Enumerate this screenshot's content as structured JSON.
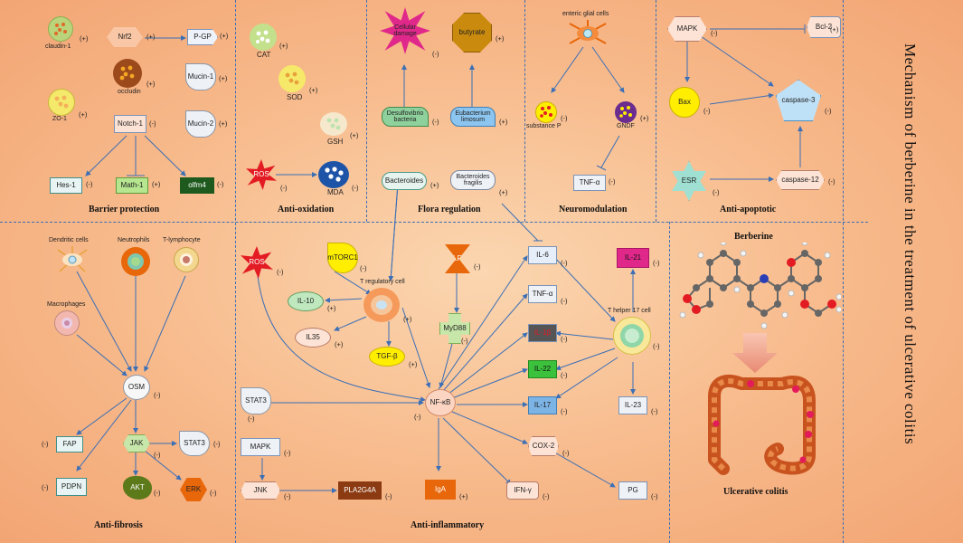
{
  "title": "Mechanism of berberine in the treatment of ulcerative colitis",
  "sections": {
    "barrier": "Barrier protection",
    "oxidation": "Anti-oxidation",
    "flora": "Flora regulation",
    "neuro": "Neuromodulation",
    "apoptotic": "Anti-apoptotic",
    "fibrosis": "Anti-fibrosis",
    "inflammatory": "Anti-inflammatory"
  },
  "barrier": {
    "claudin1": "claudin-1",
    "claudin1_sign": "(+)",
    "nrf2": "Nrf2",
    "nrf2_sign": "(+)",
    "pgp": "P-GP",
    "pgp_sign": "(+)",
    "occludin": "occludin",
    "occludin_sign": "(+)",
    "mucin1": "Mucin-1",
    "mucin1_sign": "(+)",
    "zo1": "ZO-1",
    "zo1_sign": "(+)",
    "notch1": "Notch-1",
    "notch1_sign": "(-)",
    "mucin2": "Mucin-2",
    "mucin2_sign": "(+)",
    "hes1": "Hes-1",
    "hes1_sign": "(-)",
    "math1": "Math-1",
    "math1_sign": "(+)",
    "olfm4": "olfm4",
    "olfm4_sign": "(-)"
  },
  "oxidation": {
    "cat": "CAT",
    "cat_sign": "(+)",
    "sod": "SOD",
    "sod_sign": "(+)",
    "gsh": "GSH",
    "gsh_sign": "(+)",
    "ros": "ROS",
    "ros_sign": "(-)",
    "mda": "MDA",
    "mda_sign": "(-)"
  },
  "flora": {
    "damage": "Cellular damage",
    "damage_sign": "(-)",
    "butyrate": "butyrate",
    "butyrate_sign": "(+)",
    "desulfo": "Desulfovibrio bacteria",
    "desulfo_sign": "(-)",
    "eubact": "Eubacterium limosum",
    "eubact_sign": "(+)",
    "bacteroides": "Bacteroides",
    "bacteroides_sign": "(+)",
    "bfragilis": "Bacteroides fragilis",
    "bfragilis_sign": "(+)"
  },
  "neuro": {
    "egc": "enteric glial cells",
    "subp": "substance P",
    "subp_sign": "(-)",
    "gndf": "GNDF",
    "gndf_sign": "(+)",
    "tnf": "TNF-α",
    "tnf_sign": "(-)"
  },
  "apoptotic": {
    "mapk": "MAPK",
    "mapk_sign": "(-)",
    "bcl2": "Bcl-2",
    "bcl2_sign": "(+)",
    "bax": "Bax",
    "bax_sign": "(-)",
    "casp3": "caspase-3",
    "casp3_sign": "(-)",
    "esr": "ESR",
    "esr_sign": "(-)",
    "casp12": "caspase-12",
    "casp12_sign": "(-)"
  },
  "fibrosis": {
    "dendritic": "Dendritic cells",
    "neutrophils": "Neutrophils",
    "tlymph": "T-lymphocyte",
    "macrophages": "Macrophages",
    "osm": "OSM",
    "osm_sign": "(-)",
    "fap": "FAP",
    "fap_sign": "(-)",
    "jak": "JAK",
    "jak_sign": "(-)",
    "stat3": "STAT3",
    "stat3_sign": "(-)",
    "pdpn": "PDPN",
    "pdpn_sign": "(-)",
    "akt": "AKT",
    "akt_sign": "(-)",
    "erk": "ERK",
    "erk_sign": "(-)"
  },
  "inflammatory": {
    "ros": "ROS",
    "ros_sign": "(-)",
    "mtorc1": "mTORC1",
    "mtorc1_sign": "(-)",
    "treg": "T regulatory cell",
    "treg_sign": "(+)",
    "il10": "IL-10",
    "il10_sign": "(+)",
    "il35": "IL35",
    "il35_sign": "(+)",
    "tgfb": "TGF-β",
    "tgfb_sign": "(+)",
    "tlr4": "TLR4",
    "tlr4_sign": "(-)",
    "myd88": "MyD88",
    "myd88_sign": "(-)",
    "stat3": "STAT3",
    "stat3_sign": "(-)",
    "nfkb": "NF-κB",
    "nfkb_sign": "(-)",
    "mapk": "MAPK",
    "mapk_sign": "(-)",
    "jnk": "JNK",
    "jnk_sign": "(-)",
    "pla2g4a": "PLA2G4A",
    "pla2g4a_sign": "(-)",
    "iga": "IgA",
    "iga_sign": "(+)",
    "ifng": "IFN-γ",
    "ifng_sign": "(-)",
    "il6": "IL-6",
    "il6_sign": "(-)",
    "tnfa": "TNF-α",
    "tnfa_sign": "(-)",
    "il1b": "IL-1β",
    "il1b_sign": "(-)",
    "il22": "IL-22",
    "il22_sign": "(-)",
    "il17": "IL-17",
    "il17_sign": "(-)",
    "cox2": "COX-2",
    "cox2_sign": "(-)",
    "pg": "PG",
    "pg_sign": "(-)",
    "th17": "T helper 17 cell",
    "th17_sign": "(-)",
    "il21": "IL-21",
    "il21_sign": "(-)",
    "il23": "IL-23",
    "il23_sign": "(-)"
  },
  "berberine": {
    "label": "Berberine",
    "disease": "Ulcerative colitis"
  },
  "colors": {
    "line": "#3b6fb6",
    "pink": "#e0288a",
    "red": "#e31b23",
    "yellow": "#ffee00",
    "darkgreen": "#1e5a1e",
    "orange": "#e8670a",
    "brown": "#8b3a12",
    "octagon": "#c98a0d",
    "blue_box": "#7db4e6",
    "green_box": "#3cc13c"
  }
}
